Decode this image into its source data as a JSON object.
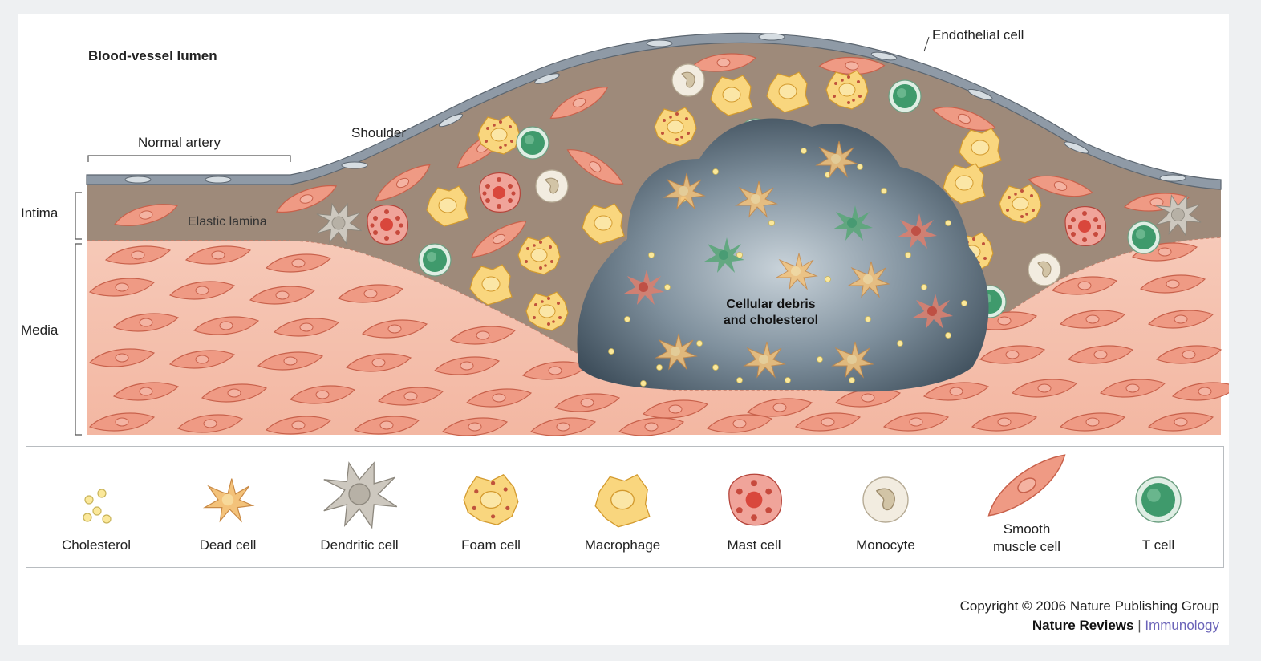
{
  "figure": {
    "labels": {
      "lumen": "Blood-vessel lumen",
      "normal_artery": "Normal artery",
      "shoulder": "Shoulder",
      "endothelial_cell": "Endothelial cell",
      "intima": "Intima",
      "media": "Media",
      "elastic_lamina": "Elastic lamina",
      "core": "Cellular debris\nand cholesterol"
    },
    "legend": [
      {
        "label": "Cholesterol",
        "icon": "cholesterol-icon"
      },
      {
        "label": "Dead cell",
        "icon": "dead-cell-icon"
      },
      {
        "label": "Dendritic cell",
        "icon": "dendritic-cell-icon"
      },
      {
        "label": "Foam cell",
        "icon": "foam-cell-icon"
      },
      {
        "label": "Macrophage",
        "icon": "macrophage-icon"
      },
      {
        "label": "Mast cell",
        "icon": "mast-cell-icon"
      },
      {
        "label": "Monocyte",
        "icon": "monocyte-icon"
      },
      {
        "label": "Smooth\nmuscle cell",
        "icon": "smooth-muscle-cell-icon"
      },
      {
        "label": "T cell",
        "icon": "t-cell-icon"
      }
    ],
    "colors": {
      "smooth_muscle": "#ef9a84",
      "endothelium": "#8f9aa6",
      "core": "#5f7383",
      "cholesterol": "#fbe89a",
      "t_cell": "#3f9a6c",
      "mast_cell": "#d9473c"
    }
  },
  "footer": {
    "copyright": "Copyright © 2006 Nature Publishing Group",
    "journal_name": "Nature Reviews",
    "separator": "|",
    "journal_section": "Immunology"
  }
}
